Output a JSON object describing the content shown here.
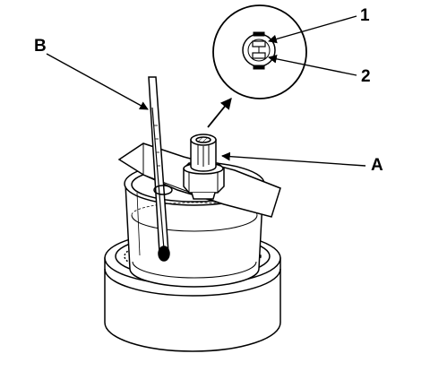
{
  "callouts": {
    "terminal_1": "1",
    "terminal_2": "2",
    "part_a": "A",
    "part_b": "B"
  },
  "colors": {
    "ink": "#000000",
    "paper": "#ffffff",
    "shade": "#bdbdbd"
  },
  "icons": {
    "thermometer": "thermometer-icon",
    "switch": "thermo-switch-icon",
    "container": "water-container-icon",
    "heater": "hot-plate-icon",
    "connector": "connector-detail-icon"
  }
}
